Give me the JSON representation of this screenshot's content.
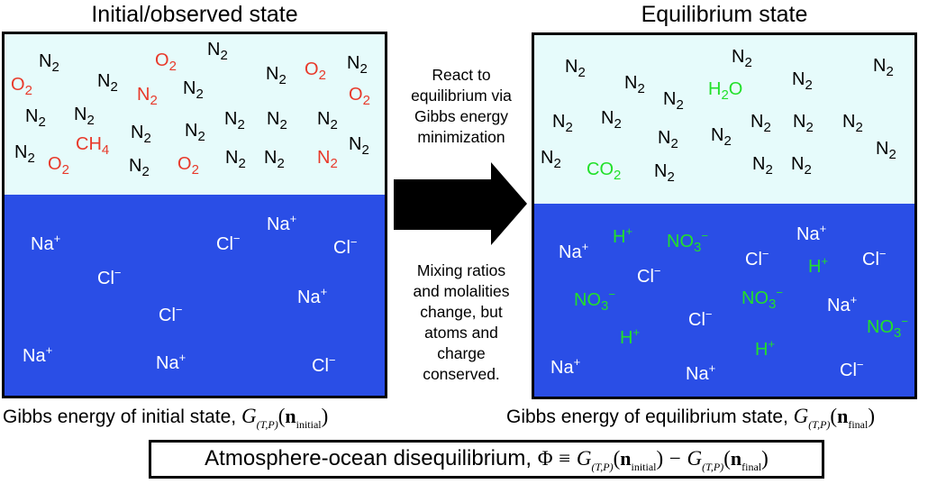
{
  "colors": {
    "gas": "#e6fbfb",
    "water": "#2a4ee6",
    "red": "#e8392a",
    "green": "#22e02a",
    "white": "#ffffff",
    "black": "#000000"
  },
  "left": {
    "title": "Initial/observed state",
    "gas": [
      {
        "t": "N",
        "sub": "2",
        "c": "black"
      },
      {
        "t": "O",
        "sub": "2",
        "c": "red"
      },
      {
        "t": "N",
        "sub": "2",
        "c": "black"
      },
      {
        "t": "O",
        "sub": "2",
        "c": "red"
      },
      {
        "t": "N",
        "sub": "2",
        "c": "black"
      },
      {
        "t": "N",
        "sub": "2",
        "c": "red"
      },
      {
        "t": "N",
        "sub": "2",
        "c": "black"
      },
      {
        "t": "N",
        "sub": "2",
        "c": "black"
      },
      {
        "t": "O",
        "sub": "2",
        "c": "red"
      },
      {
        "t": "N",
        "sub": "2",
        "c": "black"
      },
      {
        "t": "O",
        "sub": "2",
        "c": "red"
      },
      {
        "t": "N",
        "sub": "2",
        "c": "black"
      },
      {
        "t": "N",
        "sub": "2",
        "c": "black"
      },
      {
        "t": "N",
        "sub": "2",
        "c": "black"
      },
      {
        "t": "N",
        "sub": "2",
        "c": "black"
      },
      {
        "t": "N",
        "sub": "2",
        "c": "black"
      },
      {
        "t": "N",
        "sub": "2",
        "c": "black"
      },
      {
        "t": "N",
        "sub": "2",
        "c": "black"
      },
      {
        "t": "N",
        "sub": "2",
        "c": "black"
      },
      {
        "t": "N",
        "sub": "2",
        "c": "black"
      },
      {
        "t": "CH",
        "sub": "4",
        "c": "red"
      },
      {
        "t": "O",
        "sub": "2",
        "c": "red"
      },
      {
        "t": "N",
        "sub": "2",
        "c": "black"
      },
      {
        "t": "O",
        "sub": "2",
        "c": "red"
      },
      {
        "t": "N",
        "sub": "2",
        "c": "black"
      },
      {
        "t": "N",
        "sub": "2",
        "c": "black"
      },
      {
        "t": "N",
        "sub": "2",
        "c": "red"
      }
    ],
    "water": [
      {
        "t": "Na",
        "sup": "+",
        "c": "white"
      },
      {
        "t": "Cl",
        "sup": "−",
        "c": "white"
      },
      {
        "t": "Na",
        "sup": "+",
        "c": "white"
      },
      {
        "t": "Cl",
        "sup": "−",
        "c": "white"
      },
      {
        "t": "Cl",
        "sup": "−",
        "c": "white"
      },
      {
        "t": "Na",
        "sup": "+",
        "c": "white"
      },
      {
        "t": "Cl",
        "sup": "−",
        "c": "white"
      },
      {
        "t": "Na",
        "sup": "+",
        "c": "white"
      },
      {
        "t": "Na",
        "sup": "+",
        "c": "white"
      },
      {
        "t": "Cl",
        "sup": "−",
        "c": "white"
      }
    ],
    "label": "Gibbs energy of initial state,",
    "n_sub": "initial"
  },
  "right": {
    "title": "Equilibrium state",
    "gas": [
      {
        "t": "N",
        "sub": "2",
        "c": "black"
      },
      {
        "t": "N",
        "sub": "2",
        "c": "black"
      },
      {
        "t": "N",
        "sub": "2",
        "c": "black"
      },
      {
        "t": "H",
        "sub": "2",
        "t2": "O",
        "c": "green"
      },
      {
        "t": "N",
        "sub": "2",
        "c": "black"
      },
      {
        "t": "N",
        "sub": "2",
        "c": "black"
      },
      {
        "t": "N",
        "sub": "2",
        "c": "black"
      },
      {
        "t": "N",
        "sub": "2",
        "c": "black"
      },
      {
        "t": "N",
        "sub": "2",
        "c": "black"
      },
      {
        "t": "N",
        "sub": "2",
        "c": "black"
      },
      {
        "t": "N",
        "sub": "2",
        "c": "black"
      },
      {
        "t": "N",
        "sub": "2",
        "c": "black"
      },
      {
        "t": "N",
        "sub": "2",
        "c": "black"
      },
      {
        "t": "N",
        "sub": "2",
        "c": "black"
      },
      {
        "t": "N",
        "sub": "2",
        "c": "black"
      },
      {
        "t": "N",
        "sub": "2",
        "c": "black"
      },
      {
        "t": "CO",
        "sub": "2",
        "c": "green"
      },
      {
        "t": "N",
        "sub": "2",
        "c": "black"
      },
      {
        "t": "N",
        "sub": "2",
        "c": "black"
      },
      {
        "t": "N",
        "sub": "2",
        "c": "black"
      }
    ],
    "water": [
      {
        "t": "Na",
        "sup": "+",
        "c": "white"
      },
      {
        "t": "H",
        "sup": "+",
        "c": "green"
      },
      {
        "t": "NO",
        "sub": "3",
        "sup": "−",
        "c": "green"
      },
      {
        "t": "Cl",
        "sup": "−",
        "c": "white"
      },
      {
        "t": "Na",
        "sup": "+",
        "c": "white"
      },
      {
        "t": "H",
        "sup": "+",
        "c": "green"
      },
      {
        "t": "Cl",
        "sup": "−",
        "c": "white"
      },
      {
        "t": "Cl",
        "sup": "−",
        "c": "white"
      },
      {
        "t": "NO",
        "sub": "3",
        "sup": "−",
        "c": "green"
      },
      {
        "t": "NO",
        "sub": "3",
        "sup": "−",
        "c": "green"
      },
      {
        "t": "Na",
        "sup": "+",
        "c": "white"
      },
      {
        "t": "Cl",
        "sup": "−",
        "c": "white"
      },
      {
        "t": "H",
        "sup": "+",
        "c": "green"
      },
      {
        "t": "NO",
        "sub": "3",
        "sup": "−",
        "c": "green"
      },
      {
        "t": "H",
        "sup": "+",
        "c": "green"
      },
      {
        "t": "Na",
        "sup": "+",
        "c": "white"
      },
      {
        "t": "Na",
        "sup": "+",
        "c": "white"
      },
      {
        "t": "Cl",
        "sup": "−",
        "c": "white"
      }
    ],
    "label": "Gibbs energy of equilibrium state,",
    "n_sub": "final"
  },
  "middle": {
    "top": [
      "React to",
      "equilibrium via",
      "Gibbs energy",
      "minimization"
    ],
    "bottom": [
      "Mixing ratios",
      "and molalities",
      "change, but",
      "atoms and",
      "charge",
      "conserved."
    ]
  },
  "math": {
    "G": "G",
    "tp": "(T,P)",
    "lp": "(",
    "rp": ")",
    "n": "n",
    "phi": "Φ",
    "equiv": "≡",
    "minus": "−"
  },
  "equation": {
    "label": "Atmosphere-ocean disequilibrium,"
  }
}
